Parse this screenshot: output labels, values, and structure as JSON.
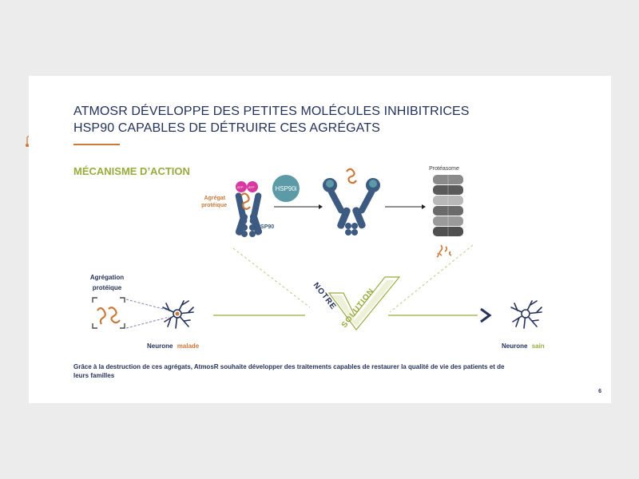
{
  "title": {
    "line1": "ATMOSR DÉVELOPPE DES PETITES MOLÉCULES INHIBITRICES",
    "line2": "HSP90 CAPABLES DE DÉTRUIRE CES AGRÉGATS"
  },
  "section_title": "MÉCANISME D’ACTION",
  "labels": {
    "agregat": "Agrégat",
    "proteique_small": "protéique",
    "hsp90": "HSP90",
    "hsp90i": "HSP90i",
    "proteasome": "Protéasome",
    "agregation_1": "Agrégation",
    "agregation_2": "protéique",
    "neurone": "Neurone",
    "malade": "malade",
    "sain": "sain",
    "notre": "NOTRE",
    "solution": "SOLUTION",
    "atp": "ATP"
  },
  "caption": "Grâce à la destruction de ces agrégats, AtmosR souhaite développer des traitements capables de restaurer la qualité de vie des patients et de leurs familles",
  "page_number": "6",
  "colors": {
    "navy": "#25325a",
    "green": "#9aab3e",
    "orange": "#c97a3b",
    "hsp_blue": "#3d5a80",
    "teal": "#5b9aa6",
    "magenta": "#d63aa0"
  }
}
